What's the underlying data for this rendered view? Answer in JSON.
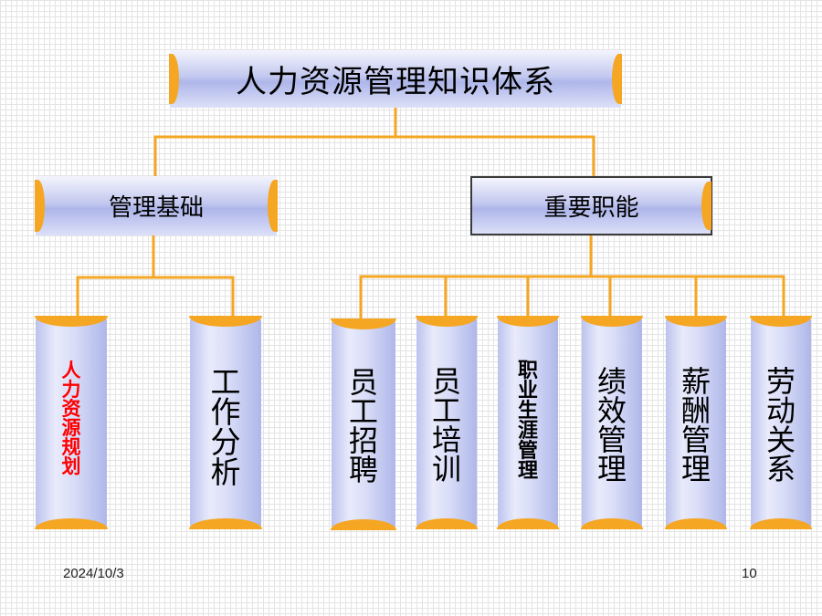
{
  "root": {
    "label": "人力资源管理知识体系"
  },
  "branches": [
    {
      "label": "管理基础",
      "children": [
        "人力资源规划",
        "工作分析"
      ]
    },
    {
      "label": "重要职能",
      "children": [
        "员工招聘",
        "员工培训",
        "职业生涯管理",
        "绩效管理",
        "薪酬管理",
        "劳动关系"
      ]
    }
  ],
  "colors": {
    "connector": "#f5a623",
    "box_fill": "#c3c9ef",
    "highlight_text": "#ff0000"
  },
  "footer": {
    "date": "2024/10/3",
    "page": "10"
  }
}
